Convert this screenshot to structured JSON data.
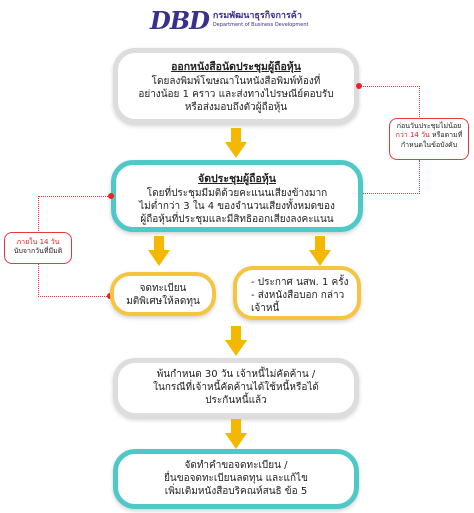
{
  "logo": {
    "mark": "DBD",
    "thai": "กรมพัฒนาธุรกิจการค้า",
    "english": "Department of Business Development"
  },
  "step1": {
    "title": "ออกหนังสือนัดประชุมผู้ถือหุ้น",
    "lines": [
      "โดยลงพิมพ์โฆษณาในหนังสือพิมพ์ท้องที่",
      "อย่างน้อย 1 คราว และส่งทางไปรษณีย์ตอบรับ",
      "หรือส่งมอบถึงตัวผู้ถือหุ้น"
    ]
  },
  "note_right": {
    "line1": "ก่อนวันประชุมไม่น้อย",
    "line2_red": "กว่า 14 วัน",
    "line2_rest": " หรือตามที่",
    "line3": "กำหนดในข้อบังคับ"
  },
  "step2": {
    "title": "จัดประชุมผู้ถือหุ้น",
    "lines": [
      "โดยที่ประชุมมีมติด้วยคะแนนเสียงข้างมาก",
      "ไม่ต่ำกว่า 3 ใน 4 ของจำนวนเสียงทั้งหมดของ",
      "ผู้ถือหุ้นที่ประชุมและมีสิทธิออกเสียงลงคะแนน"
    ]
  },
  "note_left": {
    "line1_red": "ภายใน 14 วัน",
    "line2": "นับจากวันที่มีมติ"
  },
  "step3a": {
    "lines": [
      "จดทะเบียน",
      "มติพิเศษให้ลดทุน"
    ]
  },
  "step3b": {
    "items": [
      "ประกาศ นสพ. 1 ครั้ง",
      "ส่งหนังสือบอก กล่าวเจ้าหนี้"
    ]
  },
  "step4": {
    "lines": [
      "พ้นกำหนด 30 วัน เจ้าหนี้ไม่คัดค้าน /",
      "ในกรณีที่เจ้าหนี้คัดค้านได้ใช้หนี้หรือได้",
      "ประกันหนี้แล้ว"
    ]
  },
  "step5": {
    "lines": [
      "จัดทำคำขอจดทะเบียน /",
      "ยื่นขอจดทะเบียนลดทุน และแก้ไข",
      "เพิ่มเติมหนังสือบริคณห์สนธิ ข้อ 5"
    ]
  },
  "colors": {
    "teal": "#4ec9c7",
    "gray": "#dddddd",
    "yellow": "#f5c542",
    "arrow": "#f5b800",
    "red": "#e23b3b",
    "brand": "#3a2f8c"
  }
}
